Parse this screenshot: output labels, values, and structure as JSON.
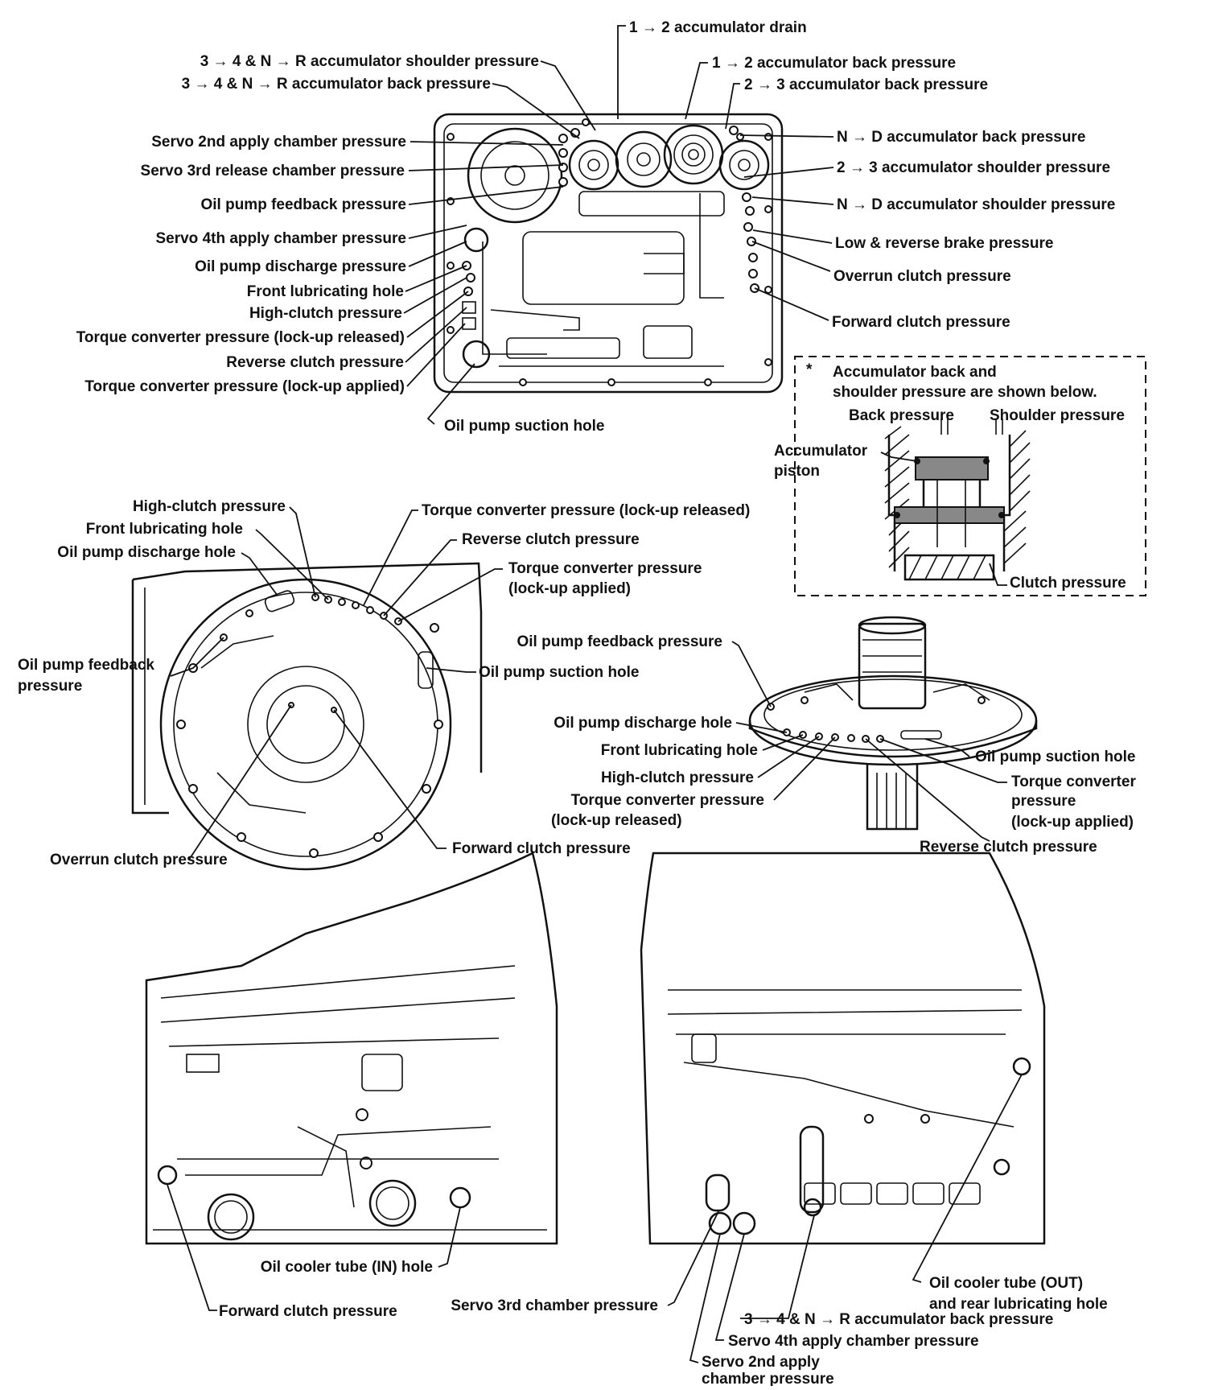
{
  "valve_body_labels": [
    "1 → 2 accumulator drain",
    "3 → 4 & N → R accumulator shoulder pressure",
    "1 → 2 accumulator back pressure",
    "3 → 4 & N → R accumulator back pressure",
    "2 → 3 accumulator back pressure",
    "Servo 2nd apply chamber pressure",
    "N → D accumulator back pressure",
    "Servo 3rd release chamber pressure",
    "2 → 3 accumulator shoulder pressure",
    "Oil pump feedback pressure",
    "N → D accumulator shoulder pressure",
    "Servo 4th apply chamber pressure",
    "Low & reverse brake pressure",
    "Oil pump discharge pressure",
    "Overrun clutch pressure",
    "Front lubricating hole",
    "High-clutch pressure",
    "Forward clutch pressure",
    "Torque converter pressure (lock-up released)",
    "Reverse clutch pressure",
    "Torque converter pressure (lock-up applied)",
    "Oil pump suction hole"
  ],
  "inset": {
    "note_star": "*",
    "note_line1": "Accumulator back and",
    "note_line2": "shoulder pressure are shown below.",
    "back_pressure": "Back pressure",
    "shoulder_pressure": "Shoulder pressure",
    "piston_line1": "Accumulator",
    "piston_line2": "piston",
    "clutch_pressure": "Clutch pressure"
  },
  "housing_labels": [
    "High-clutch pressure",
    "Torque converter pressure (lock-up released)",
    "Front lubricating hole",
    "Reverse clutch pressure",
    "Oil pump discharge hole",
    "Torque converter pressure",
    "(lock-up applied)",
    "Oil pump feedback",
    "pressure",
    "Oil pump suction hole",
    "Overrun clutch pressure",
    "Forward clutch pressure"
  ],
  "pump_labels": [
    "Oil pump feedback pressure",
    "Oil pump discharge hole",
    "Front lubricating hole",
    "Oil pump suction hole",
    "High-clutch pressure",
    "Torque converter",
    "pressure",
    "Torque converter pressure",
    "(lock-up released)",
    "(lock-up applied)",
    "Reverse clutch pressure"
  ],
  "case_left_labels": [
    "Oil cooler tube (IN) hole",
    "Forward clutch pressure",
    "Servo 3rd chamber pressure"
  ],
  "case_right_labels": [
    "Oil cooler tube (OUT)",
    "and rear lubricating hole",
    "3 → 4 & N → R accumulator back pressure",
    "Servo 4th apply chamber pressure",
    "Servo 2nd apply",
    "chamber pressure"
  ]
}
